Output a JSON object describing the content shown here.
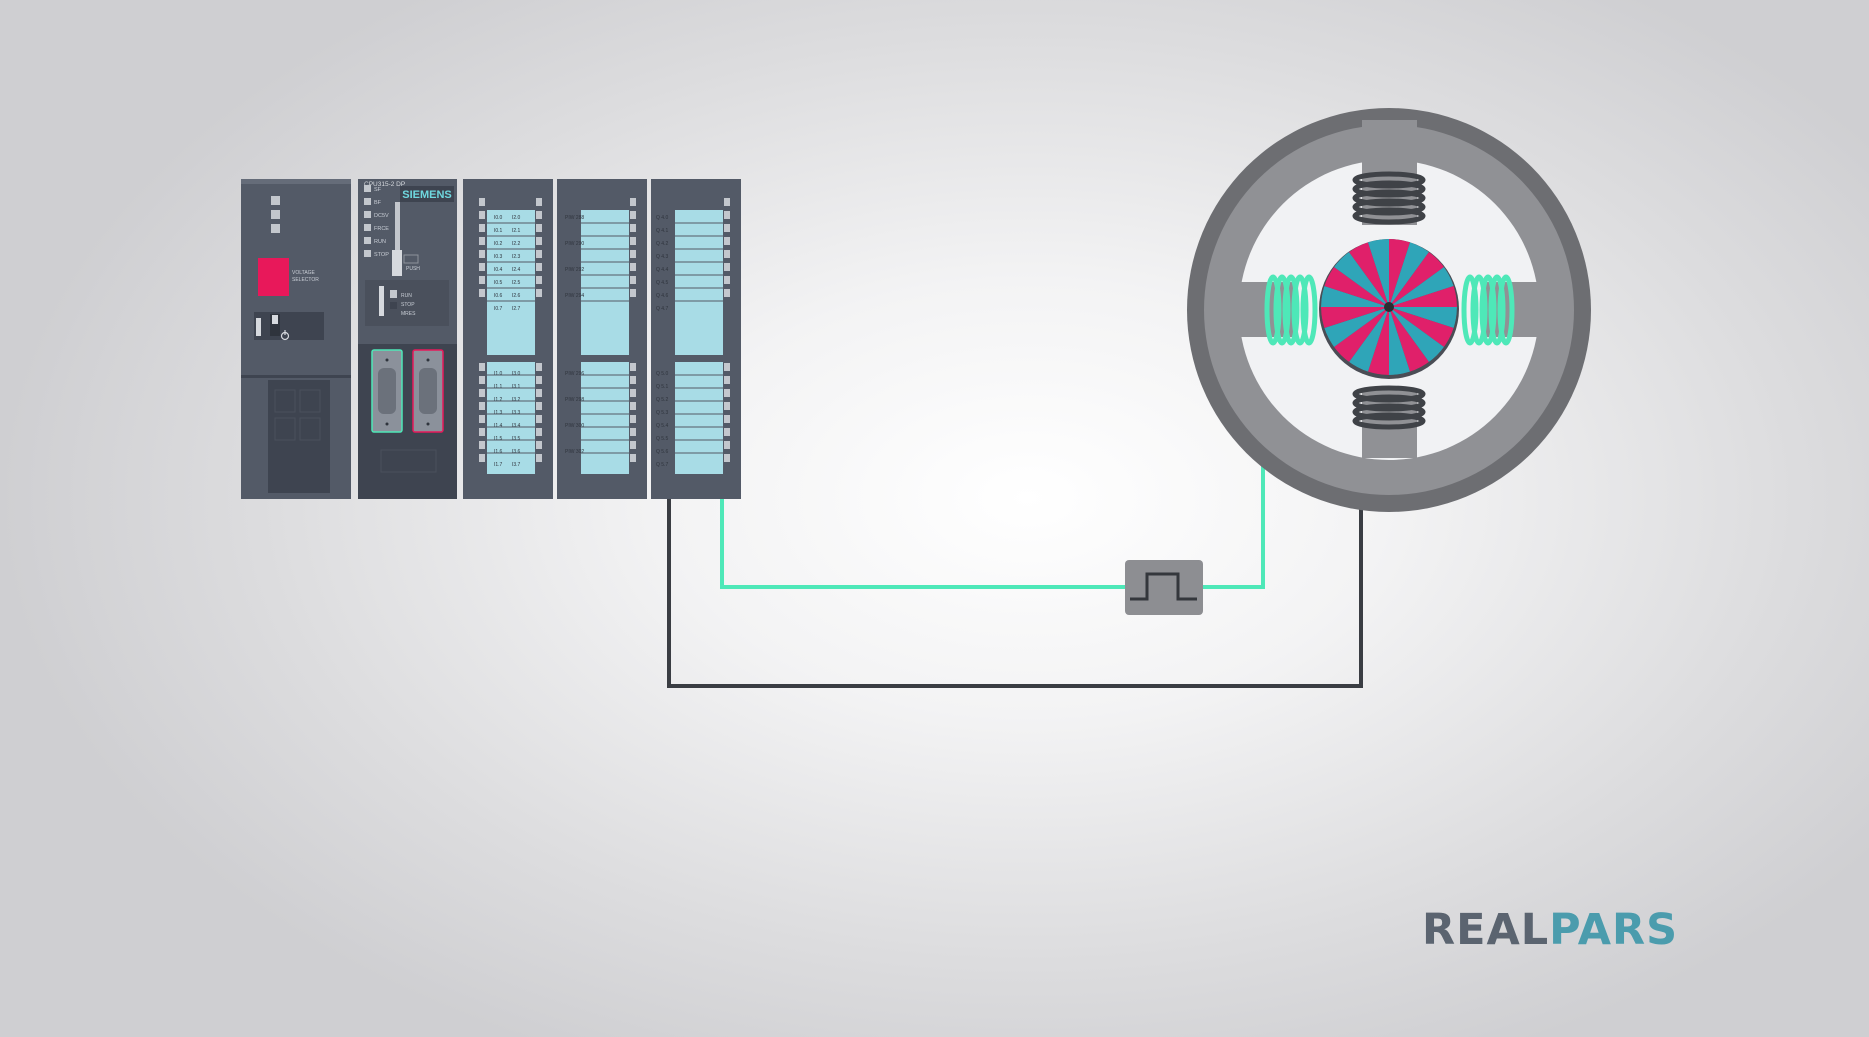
{
  "logo": {
    "part1": "REAL",
    "part2": "PARS"
  },
  "plc": {
    "psu": {
      "label_line1": "VOLTAGE",
      "label_line2": "SELECTOR"
    },
    "cpu": {
      "model": "CPU315-2 DP",
      "brand": "SIEMENS",
      "leds": [
        "SF",
        "BF",
        "DC5V",
        "FRCE",
        "RUN",
        "STOP"
      ],
      "push": "PUSH",
      "modes": [
        "RUN",
        "STOP",
        "MRES"
      ]
    },
    "module1": {
      "top": [
        [
          "I0.0",
          "I2.0"
        ],
        [
          "I0.1",
          "I2.1"
        ],
        [
          "I0.2",
          "I2.2"
        ],
        [
          "I0.3",
          "I2.3"
        ],
        [
          "I0.4",
          "I2.4"
        ],
        [
          "I0.5",
          "I2.5"
        ],
        [
          "I0.6",
          "I2.6"
        ],
        [
          "I0.7",
          "I2.7"
        ]
      ],
      "bottom": [
        [
          "I1.0",
          "I3.0"
        ],
        [
          "I1.1",
          "I3.1"
        ],
        [
          "I1.2",
          "I3.2"
        ],
        [
          "I1.3",
          "I3.3"
        ],
        [
          "I1.4",
          "I3.4"
        ],
        [
          "I1.5",
          "I3.5"
        ],
        [
          "I1.6",
          "I3.6"
        ],
        [
          "I1.7",
          "I3.7"
        ]
      ]
    },
    "module2": {
      "top": [
        "PIW 288",
        "PIW 290",
        "PIW 292",
        "PIW 294"
      ],
      "bottom": [
        "PIW 296",
        "PIW 298",
        "PIW 300",
        "PIW 302"
      ]
    },
    "module3": {
      "top": [
        "Q 4.0",
        "Q 4.1",
        "Q 4.2",
        "Q 4.3",
        "Q 4.4",
        "Q 4.5",
        "Q 4.6",
        "Q 4.7"
      ],
      "bottom": [
        "Q 5.0",
        "Q 5.1",
        "Q 5.2",
        "Q 5.3",
        "Q 5.4",
        "Q 5.5",
        "Q 5.6",
        "Q 5.7"
      ]
    }
  },
  "colors": {
    "plc_body": "#535a67",
    "plc_panel": "#3e4450",
    "slot": "#a8dce6",
    "signal_wire": "#4ee8b8",
    "return_wire": "#3a3d43",
    "rotor_pink": "#e0206a",
    "rotor_teal": "#2fa5b8",
    "accent_red": "#e8185a",
    "logo_gray": "#5b6470",
    "logo_teal": "#4b9cad"
  },
  "icons": [
    "pulse-signal-icon",
    "power-symbol-icon"
  ]
}
